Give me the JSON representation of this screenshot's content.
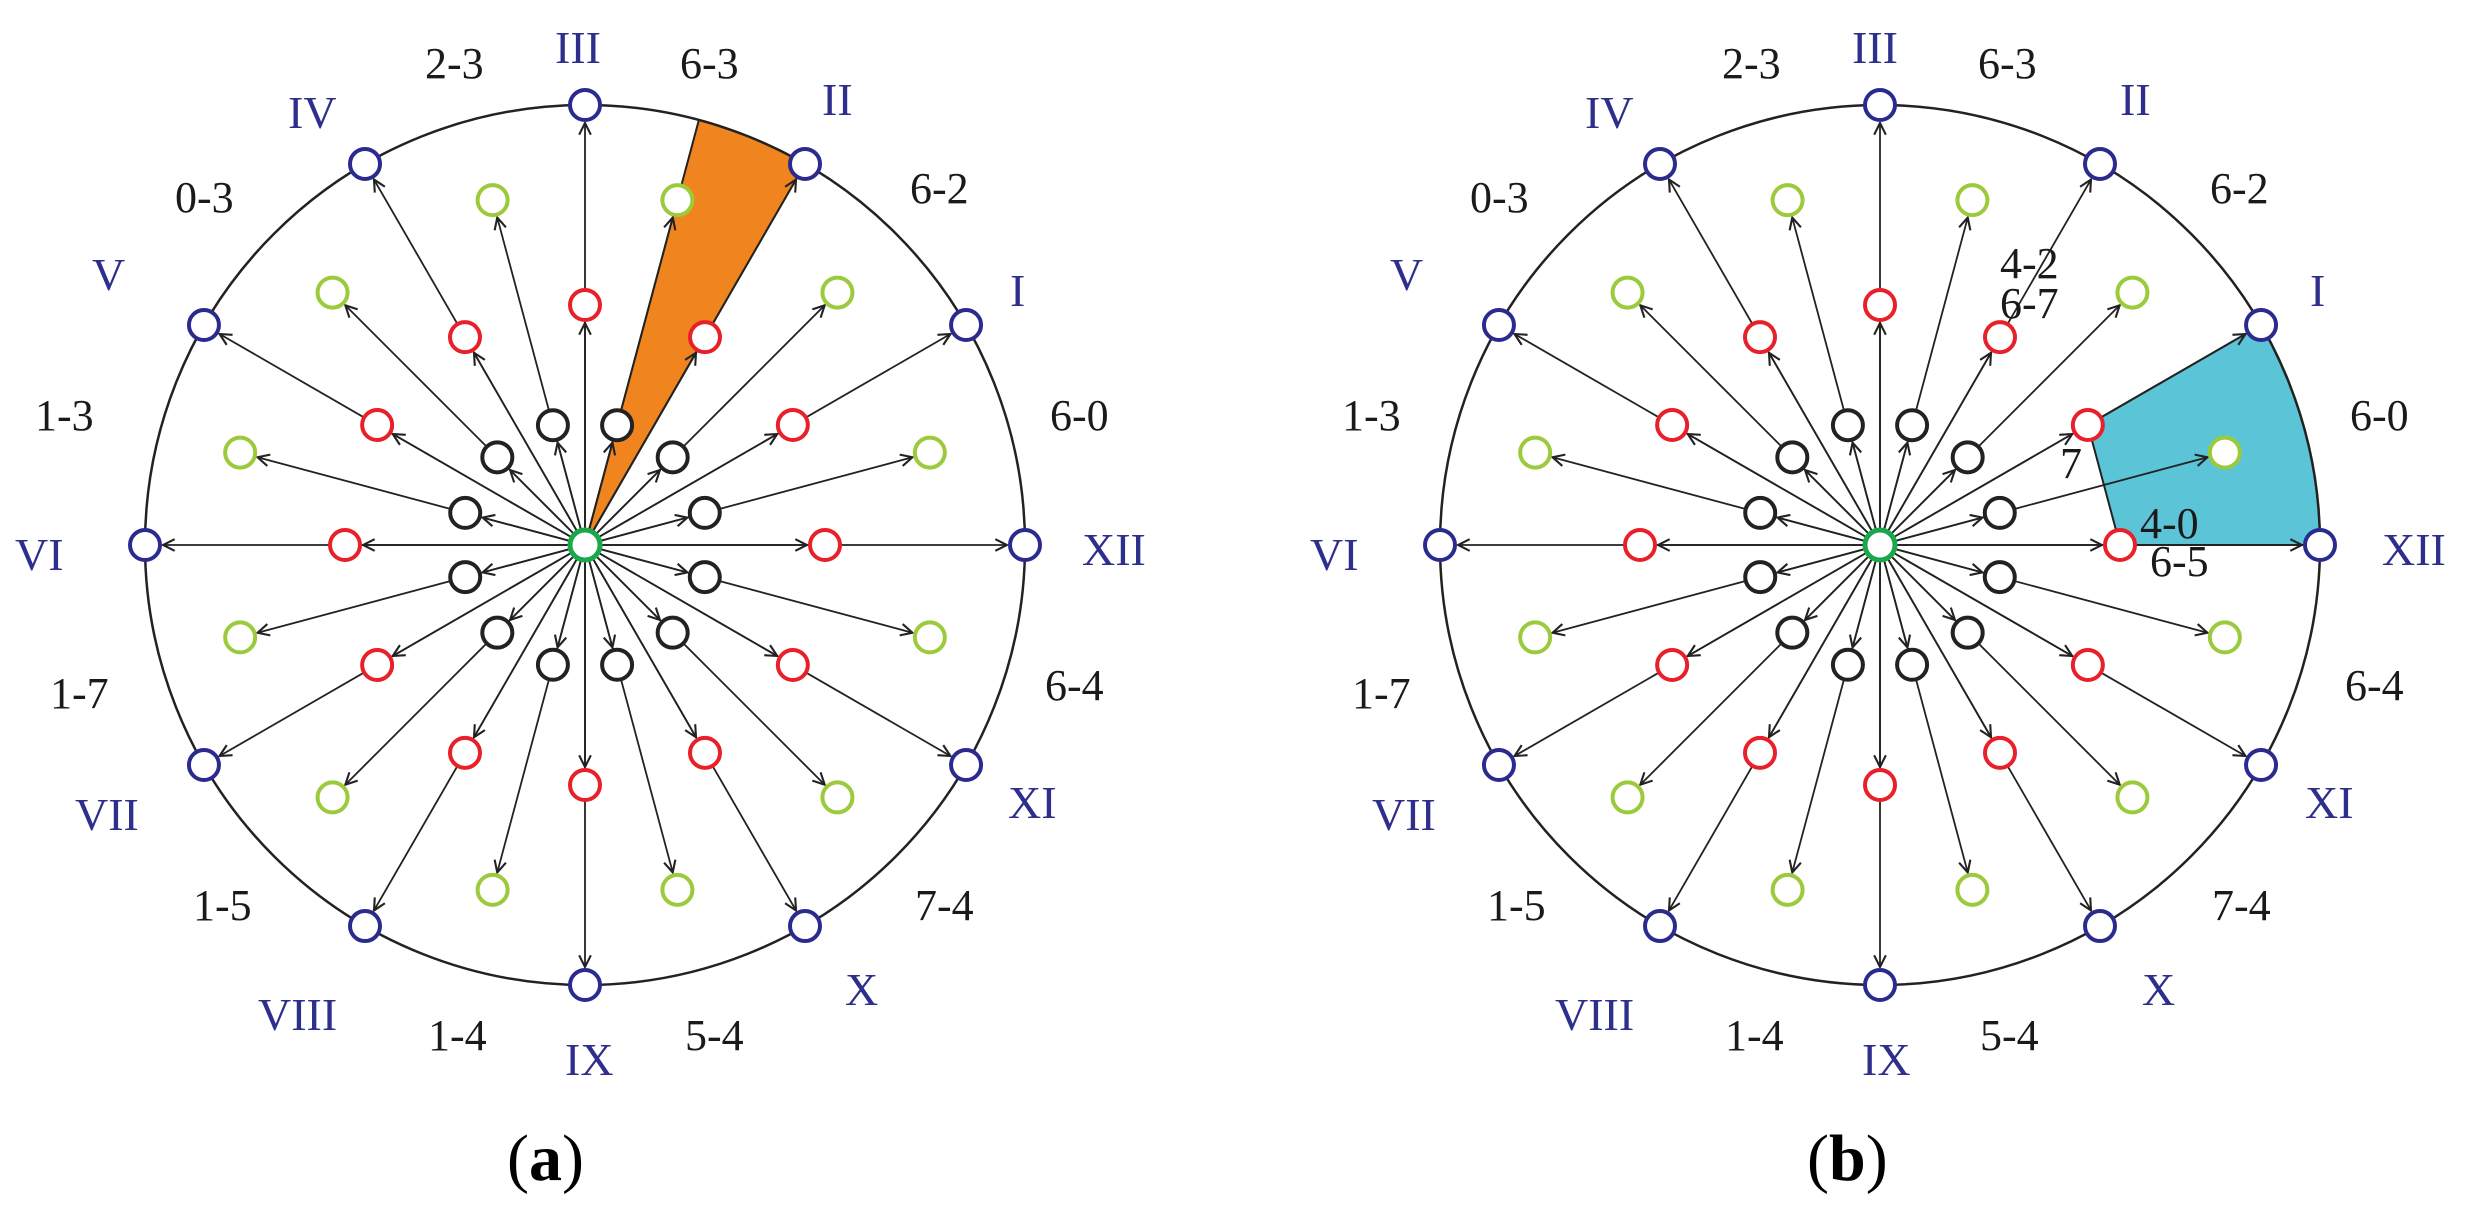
{
  "colors": {
    "outer": "#2b2b8f",
    "mid": "#9bcb3c",
    "inner_red": "#e8202a",
    "inner_black": "#222222",
    "center": "#1aa84a",
    "sector_a": "#f08520",
    "sector_b": "#5bc4d6",
    "line": "#222222"
  },
  "panels": [
    {
      "id": "a",
      "caption_open": "(",
      "caption_letter": "a",
      "caption_close": ")",
      "sectors": [
        "I",
        "II",
        "III",
        "IV",
        "V",
        "VI",
        "VII",
        "VIII",
        "IX",
        "X",
        "XI",
        "XII"
      ],
      "vectors": [
        "6-0",
        "6-2",
        "6-3",
        "2-3",
        "0-3",
        "1-3",
        "1-7",
        "1-5",
        "1-4",
        "5-4",
        "7-4",
        "6-4"
      ],
      "highlight": "sector 6-3 / 6-2"
    },
    {
      "id": "b",
      "caption_open": "(",
      "caption_letter": "b",
      "caption_close": ")",
      "sectors": [
        "I",
        "II",
        "III",
        "IV",
        "V",
        "VI",
        "VII",
        "VIII",
        "IX",
        "X",
        "XI",
        "XII"
      ],
      "vectors": [
        "6-0",
        "6-2",
        "6-3",
        "2-3",
        "0-3",
        "1-3",
        "1-7",
        "1-5",
        "1-4",
        "5-4",
        "7-4",
        "6-4"
      ],
      "extra_labels": [
        "4-2",
        "6-7",
        "7",
        "4-0",
        "6-5"
      ],
      "highlight": "region 6-2 / 6-0"
    }
  ]
}
